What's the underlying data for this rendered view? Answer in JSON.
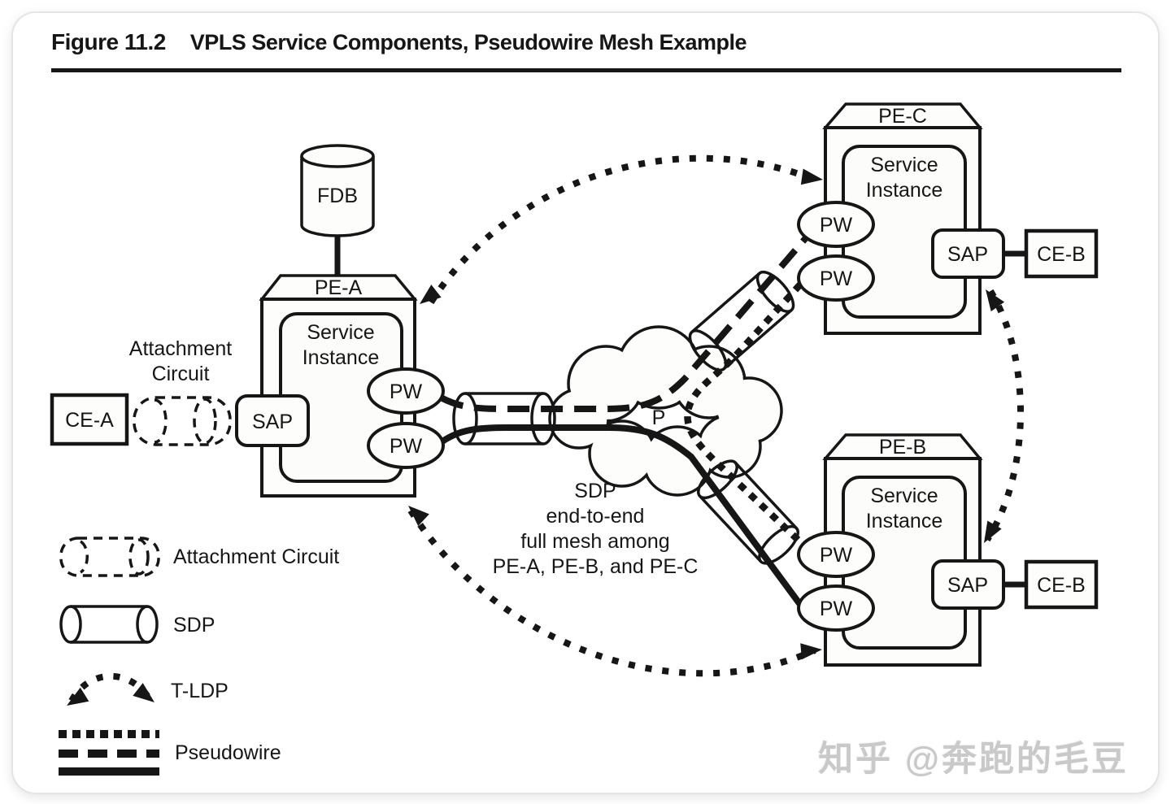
{
  "figure": {
    "label": "Figure 11.2",
    "title": "VPLS Service Components, Pseudowire Mesh Example"
  },
  "labels": {
    "fdb": "FDB",
    "pe_a": "PE-A",
    "pe_b": "PE-B",
    "pe_c": "PE-C",
    "service_line1": "Service",
    "service_line2": "Instance",
    "sap": "SAP",
    "pw": "PW",
    "ce_a": "CE-A",
    "ce_b": "CE-B",
    "p_core": "P",
    "attachment_line1": "Attachment",
    "attachment_line2": "Circuit"
  },
  "center_note": {
    "lines": [
      "SDP",
      "end-to-end",
      "full mesh among",
      "PE-A, PE-B, and PE-C"
    ]
  },
  "legend": {
    "attachment_circuit": "Attachment Circuit",
    "sdp": "SDP",
    "tldp": "T-LDP",
    "pseudowire": "Pseudowire"
  },
  "watermark": "知乎 @奔跑的毛豆",
  "colors": {
    "ink": "#161616",
    "shape_fill": "#fdfdfb",
    "watermark": "#c9c9c9"
  }
}
